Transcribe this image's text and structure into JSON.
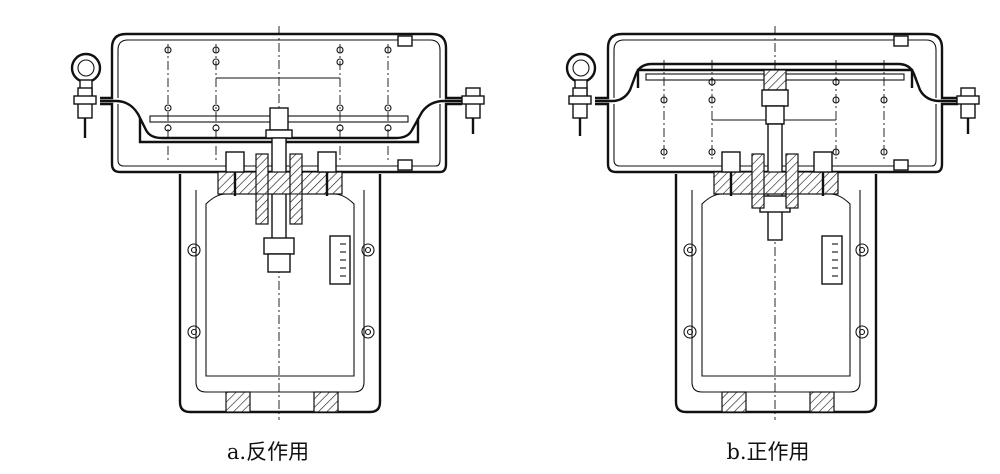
{
  "figure": {
    "panels": [
      {
        "id": "a",
        "caption": "a.反作用"
      },
      {
        "id": "b",
        "caption": "b.正作用"
      }
    ]
  }
}
